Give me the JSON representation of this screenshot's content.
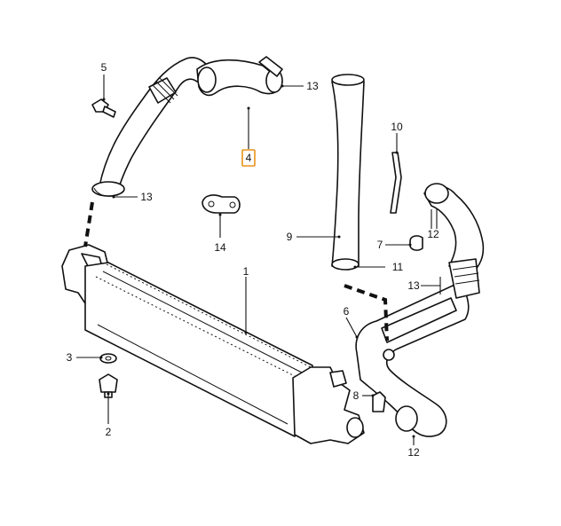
{
  "callouts": [
    {
      "id": "c1",
      "text": "1"
    },
    {
      "id": "c2",
      "text": "2"
    },
    {
      "id": "c3",
      "text": "3"
    },
    {
      "id": "c4",
      "text": "4",
      "highlighted": true
    },
    {
      "id": "c5",
      "text": "5"
    },
    {
      "id": "c6",
      "text": "6"
    },
    {
      "id": "c7",
      "text": "7"
    },
    {
      "id": "c8",
      "text": "8"
    },
    {
      "id": "c9",
      "text": "9"
    },
    {
      "id": "c10",
      "text": "10"
    },
    {
      "id": "c11",
      "text": "11"
    },
    {
      "id": "c12a",
      "text": "12"
    },
    {
      "id": "c12b",
      "text": "12"
    },
    {
      "id": "c13a",
      "text": "13"
    },
    {
      "id": "c13b",
      "text": "13"
    },
    {
      "id": "c13c",
      "text": "13"
    },
    {
      "id": "c14",
      "text": "14"
    }
  ],
  "colors": {
    "line": "#111111",
    "highlight": "#e8921c",
    "background": "#ffffff"
  }
}
